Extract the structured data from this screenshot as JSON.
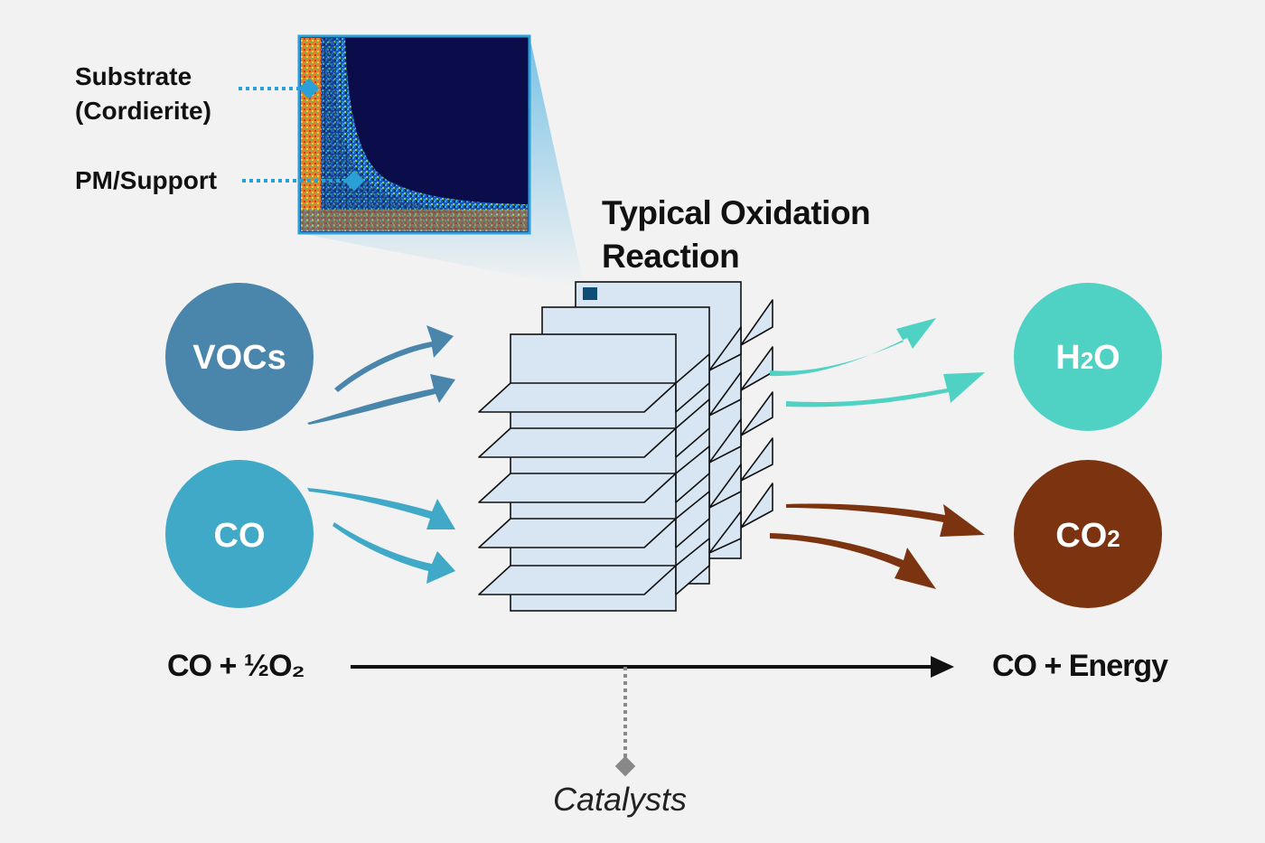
{
  "labels": {
    "substrate": "Substrate",
    "substrate_material": "(Cordierite)",
    "pm_support": "PM/Support",
    "title_line1": "Typical Oxidation",
    "title_line2": "Reaction",
    "catalysts": "Catalysts"
  },
  "inputs": [
    {
      "label": "VOCs",
      "color": "#4a86ab"
    },
    {
      "label": "CO",
      "color": "#40a9c7"
    }
  ],
  "outputs": [
    {
      "label_main": "H",
      "label_sub": "2",
      "label_tail": "O",
      "color": "#4fd1c3"
    },
    {
      "label_main": "CO",
      "label_sub": "2",
      "label_tail": "",
      "color": "#7b3310"
    }
  ],
  "equation": {
    "left": "CO + ½O₂",
    "right": "CO + Energy"
  },
  "colors": {
    "background": "#f2f2f2",
    "sheet_fill": "#d8e6f3",
    "inset_border": "#2a9fd8",
    "dotted_line": "#2a9fd8",
    "catalyst_line": "#888888"
  }
}
